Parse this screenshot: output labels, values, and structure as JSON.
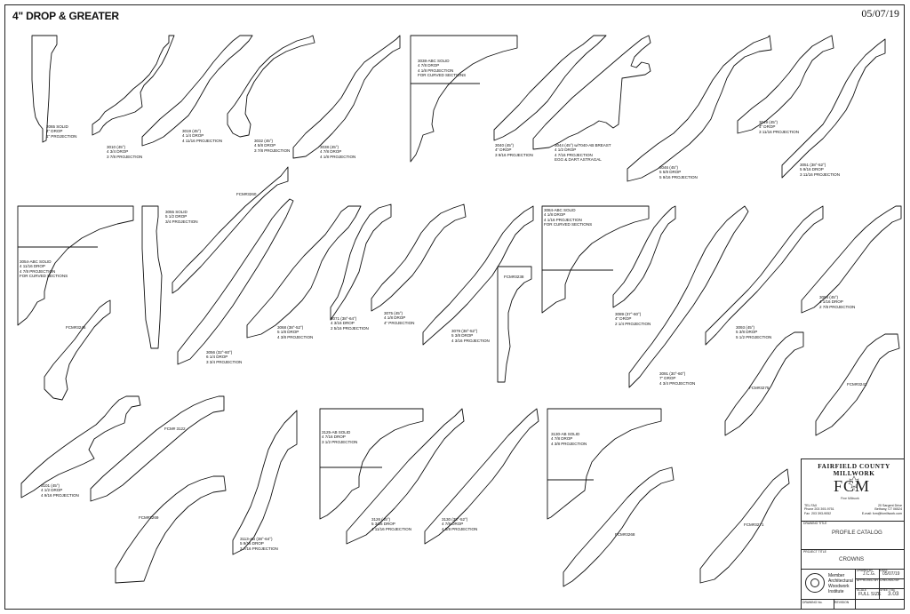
{
  "sheet": {
    "title": "4\" DROP & GREATER",
    "date": "05/07/19"
  },
  "labels": [
    {
      "id": "l2065",
      "text": "2065 SOLID\n4\" DROP\n1\" PROJECTION"
    },
    {
      "id": "l3010",
      "text": "3010 (45°)\n4 3/4 DROP\n3 7/8 PROJECTION"
    },
    {
      "id": "l3019",
      "text": "3019 (45°)\n4 1/4 DROP\n4 11/16 PROJECTION"
    },
    {
      "id": "l3032",
      "text": "3032 (45°)\n4 5/8 DROP\n3 7/8 PROJECTION"
    },
    {
      "id": "l3038",
      "text": "3038 (45°)\n4 7/8 DROP\n4 1/8 PROJECTION"
    },
    {
      "id": "l3038abc",
      "text": "3038-ABC SOLID\n4 7/8 DROP\n4 1/8 PROJECTION\nFOR CURVED SECTIONS"
    },
    {
      "id": "l3040",
      "text": "3040 (45°)\n4\" DROP\n3 9/16 PROJECTION"
    },
    {
      "id": "l3044",
      "text": "3044 (45°) w/7040-AB BREAST\n4 1/2 DROP\n4 7/16 PROJECTION\nEGG & DART ASTRAGAL"
    },
    {
      "id": "l3046",
      "text": "3046 (45°)\n5 5/8 DROP\n5 9/16 PROJECTION"
    },
    {
      "id": "l3049",
      "text": "3049 (45°)\n4\" DROP\n3 11/16 PROJECTION"
    },
    {
      "id": "l3051",
      "text": "3051 (38°-52°)\n5 9/16 DROP\n3 11/16 PROJECTION"
    },
    {
      "id": "lfcm3260",
      "text": "FCM#3260"
    },
    {
      "id": "l3054abc",
      "text": "3054-ABC SOLID\n4 11/16 DROP\n4 7/8 PROJECTION\nFOR CURVED SECTIONS"
    },
    {
      "id": "l3055",
      "text": "3055 SOLID\n5 1/2 DROP\n3/4 PROJECTION"
    },
    {
      "id": "l3056",
      "text": "3056 (32°-60°)\n6 1/4 DROP\n3 3/4 PROJECTION"
    },
    {
      "id": "l3068",
      "text": "3068 (38°-52°)\n5 1/8 DROP\n4 3/8 PROJECTION"
    },
    {
      "id": "l3071",
      "text": "3071 (38°-64°)\n4 3/16 DROP\n2 5/16 PROJECTION"
    },
    {
      "id": "l3075",
      "text": "3075 (45°)\n4 1/8 DROP\n4\" PROJECTION"
    },
    {
      "id": "l3079",
      "text": "3079 (38°-52°)\n5 3/8 DROP\n4 3/16 PROJECTION"
    },
    {
      "id": "lfcm3238",
      "text": "FCM#3238"
    },
    {
      "id": "l3084abc",
      "text": "3084-ABC SOLID\n4 1/8 DROP\n4 1/16 PROJECTION\nFOR CURVED SECTIONS"
    },
    {
      "id": "l3089",
      "text": "3089 (37°-60°)\n4\" DROP\n2 1/4 PROJECTION"
    },
    {
      "id": "l3091",
      "text": "3091 (30°-60°)\n7\" DROP\n4 3/4 PROJECTION"
    },
    {
      "id": "l3093",
      "text": "3093 (45°)\n5 3/8 DROP\n5 1/2 PROJECTION"
    },
    {
      "id": "l3094",
      "text": "3094 (45°)\n4 1/16 DROP\n2 7/8 PROJECTION"
    },
    {
      "id": "lfcm3246",
      "text": "FCM#3246"
    },
    {
      "id": "lfcm3275",
      "text": "FCM#3275"
    },
    {
      "id": "lfcm3242",
      "text": "FCM#3242"
    },
    {
      "id": "l3101",
      "text": "3101 (45°)\n4 1/2 DROP\n4 9/16 PROJECTION"
    },
    {
      "id": "lfcm3122",
      "text": "FCM# 3122"
    },
    {
      "id": "lfcm3269",
      "text": "FCM#3269"
    },
    {
      "id": "l3113ab",
      "text": "3113-AB (38°-64°)\n5 9/16 DROP\n3 7/16 PROJECTION"
    },
    {
      "id": "l3125ab",
      "text": "3125-AB SOLID\n4 7/16 DROP\n3 1/2 PROJECTION"
    },
    {
      "id": "l3126",
      "text": "3126 (45°)\n5 3/16 DROP\n4 11/16 PROJECTION"
    },
    {
      "id": "l3130",
      "text": "3130 (38°-52°)\n4 7/8 DROP\n4 3/8 PROJECTION"
    },
    {
      "id": "l3130ab",
      "text": "3130-AB SOLID\n4 7/8 DROP\n4 3/8 PROJECTION"
    },
    {
      "id": "lfcm3268",
      "text": "FCM#3268"
    },
    {
      "id": "lfcm3271",
      "text": "FCM#3271"
    }
  ],
  "title_block": {
    "company": "FAIRFIELD COUNTY MILLWORK",
    "logo_text": "FCM",
    "tagline": "Fine Millwork",
    "phone": "TEL FAX\nPhone 203 393-9751\nFax  203 393-9052",
    "address": "20 Sargent Drive\nBethany, CT 06524\nE-mail: fcm@fcmillwork.com",
    "drawing_title_label": "DRAWING TITLE",
    "drawing_title": "PROFILE CATALOG",
    "project_title_label": "PROJECT TITLE",
    "project_title": "CROWNS",
    "membership": "Member\nArchitectural\nWoodwork\nInstitute",
    "drawn_by_label": "DRAWN BY",
    "drawn_by": "J.C.G.",
    "date_label": "DATE",
    "date": "05/07/19",
    "approved_label": "APPROVED BY",
    "checked_label": "CHECKED BY",
    "scale_label": "SCALE",
    "scale": "FULL SIZE",
    "sheet_label": "SHEET No.",
    "sheet_no": "3.03",
    "drawing_no_label": "DRAWING No.",
    "revision_label": "REVISION"
  }
}
